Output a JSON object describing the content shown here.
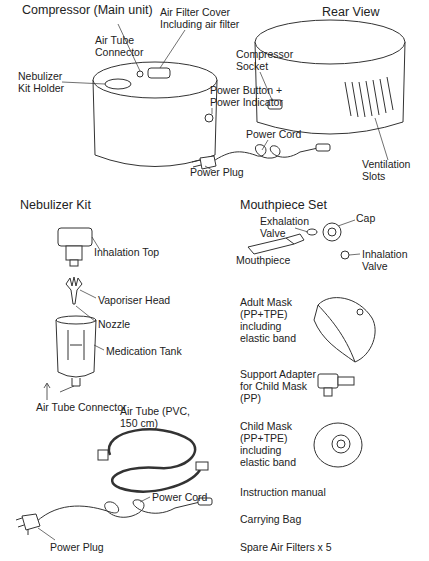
{
  "diagram": {
    "labels": [
      "Compressor (Main unit)",
      "Rear View",
      "Air Tube Connector",
      "Air Filter Cover Including air filter",
      "Nebulizer Kit Holder",
      "Compressor Socket",
      "Power Button + Power Indicator",
      "Power Cord",
      "Ventilation Slots",
      "Power Plug",
      "Nebulizer Kit",
      "Mouthpiece Set",
      "Exhalation Valve",
      "Cap",
      "Inhalation Top",
      "Mouthpiece",
      "Inhalation Valve",
      "Vaporiser Head",
      "Adult Mask (PP+TPE) including elastic band",
      "Nozzle",
      "Medication Tank",
      "Air Tube Connector",
      "Support Adapter for Child Mask (PP)",
      "Air Tube (PVC, 150 cm)",
      "Child Mask (PP+TPE) including elastic band",
      "Instruction manual",
      "Power Cord",
      "Carrying Bag",
      "Power Plug",
      "Spare Air Filters x 5"
    ]
  }
}
